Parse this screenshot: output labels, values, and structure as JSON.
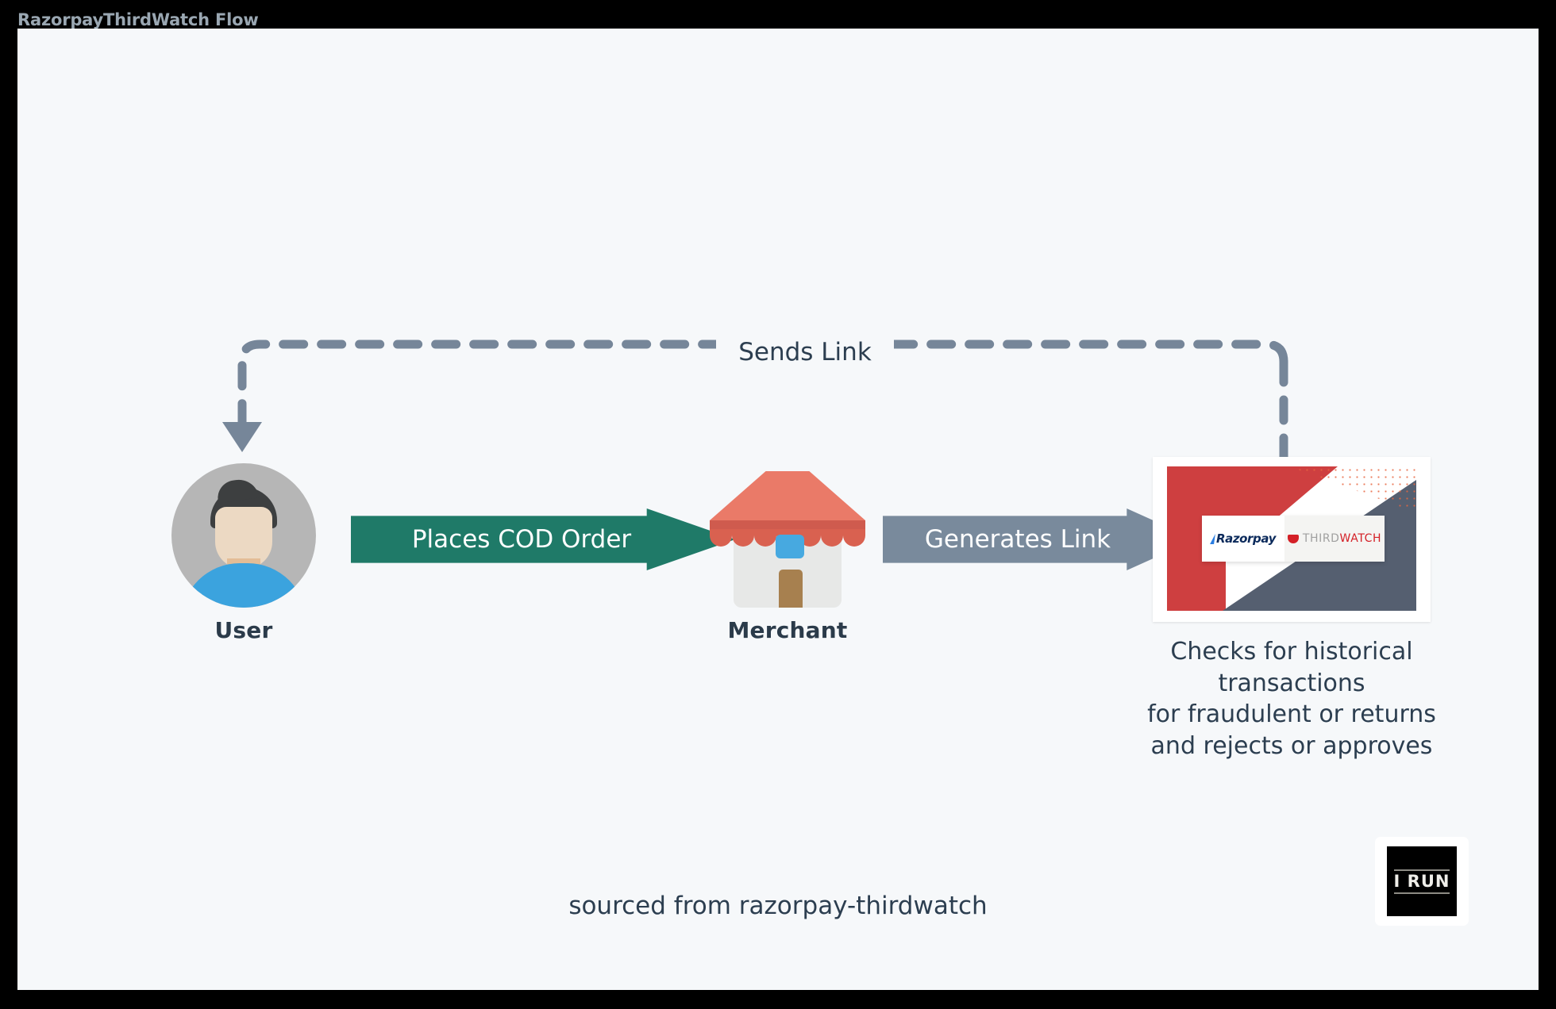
{
  "window": {
    "title": "RazorpayThirdWatch Flow",
    "canvas_bg": "#f6f8fa",
    "chrome_bg": "#000000",
    "title_color": "#9aa7b2"
  },
  "flow": {
    "nodes": [
      {
        "id": "user",
        "label": "User",
        "icon": "user-avatar-icon"
      },
      {
        "id": "merchant",
        "label": "Merchant",
        "icon": "shop-storefront-icon"
      },
      {
        "id": "razorpay-thirdwatch",
        "label": "",
        "icon": "razorpay-thirdwatch-banner-image"
      }
    ],
    "edges": [
      {
        "id": "places-cod-order",
        "label": "Places COD Order",
        "from": "user",
        "to": "merchant",
        "style": "solid-block-arrow",
        "color": "#1f7a68",
        "text_color": "#ffffff"
      },
      {
        "id": "generates-link",
        "label": "Generates Link",
        "from": "merchant",
        "to": "razorpay-thirdwatch",
        "style": "solid-block-arrow",
        "color": "#798a9c",
        "text_color": "#ffffff"
      },
      {
        "id": "sends-link",
        "label": "Sends Link",
        "from": "razorpay-thirdwatch",
        "to": "user",
        "style": "dashed-elbow-arrow",
        "color": "#768699",
        "text_color": "#2c3e50"
      }
    ]
  },
  "razorpay_card": {
    "logo_primary": "Razorpay",
    "logo_secondary_a": "THIRD",
    "logo_secondary_b": "WATCH",
    "caption": "Checks for historical\ntransactions\nfor fraudulent or returns\nand rejects or approves",
    "colors": {
      "red": "#ce3f40",
      "slate": "#555f70",
      "dots": "#e8653f",
      "razorpay_blue": "#2a7de1",
      "razorpay_navy": "#0b2a5b",
      "thirdwatch_red": "#d42027",
      "thirdwatch_gray": "#a0a0a0"
    }
  },
  "footer": {
    "note": "sourced from razorpay-thirdwatch",
    "badge_text": "I RUN"
  }
}
